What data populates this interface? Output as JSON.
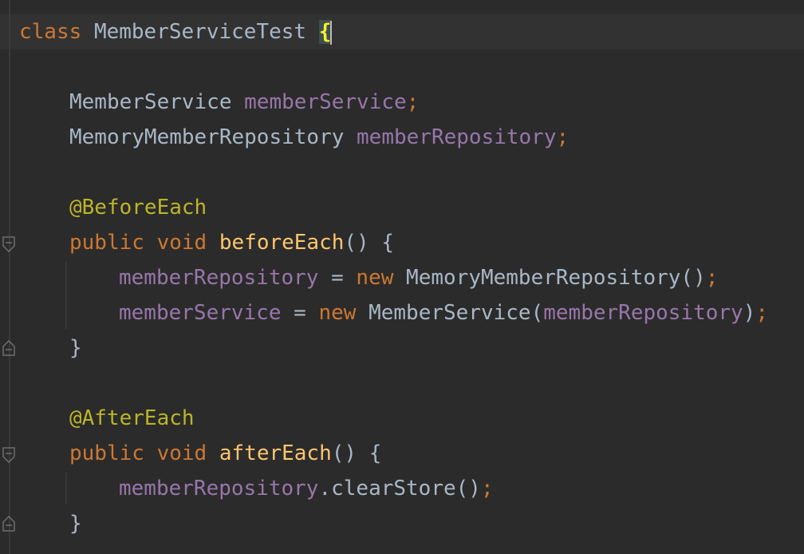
{
  "editor": {
    "colors": {
      "background": "#2b2b2b",
      "current_line": "#323232",
      "keyword": "#cc7832",
      "type": "#a9b7c6",
      "field": "#9876aa",
      "annotation": "#bbb529",
      "method": "#ffc66d",
      "brace_highlight": "#ffef28"
    },
    "code": {
      "l1": {
        "kw_class": "class",
        "class_name": "MemberServiceTest",
        "open_brace": "{"
      },
      "l3": {
        "type": "MemberService",
        "field": "memberService",
        "semi": ";"
      },
      "l4": {
        "type": "MemoryMemberRepository",
        "field": "memberRepository",
        "semi": ";"
      },
      "l6": {
        "annotation": "@BeforeEach"
      },
      "l7": {
        "kw_public": "public",
        "kw_void": "void",
        "method": "beforeEach",
        "rest": "() {"
      },
      "l8": {
        "field": "memberRepository",
        "eq": " = ",
        "kw_new": "new",
        "type": "MemoryMemberRepository",
        "parens": "()",
        "semi": ";"
      },
      "l9": {
        "field": "memberService",
        "eq": " = ",
        "kw_new": "new",
        "type": "MemberService",
        "open": "(",
        "arg": "memberRepository",
        "close": ")",
        "semi": ";"
      },
      "l10": {
        "close_brace": "}"
      },
      "l12": {
        "annotation": "@AfterEach"
      },
      "l13": {
        "kw_public": "public",
        "kw_void": "void",
        "method": "afterEach",
        "rest": "() {"
      },
      "l14": {
        "field": "memberRepository",
        "call": ".clearStore()",
        "semi": ";"
      },
      "l15": {
        "close_brace": "}"
      }
    }
  }
}
